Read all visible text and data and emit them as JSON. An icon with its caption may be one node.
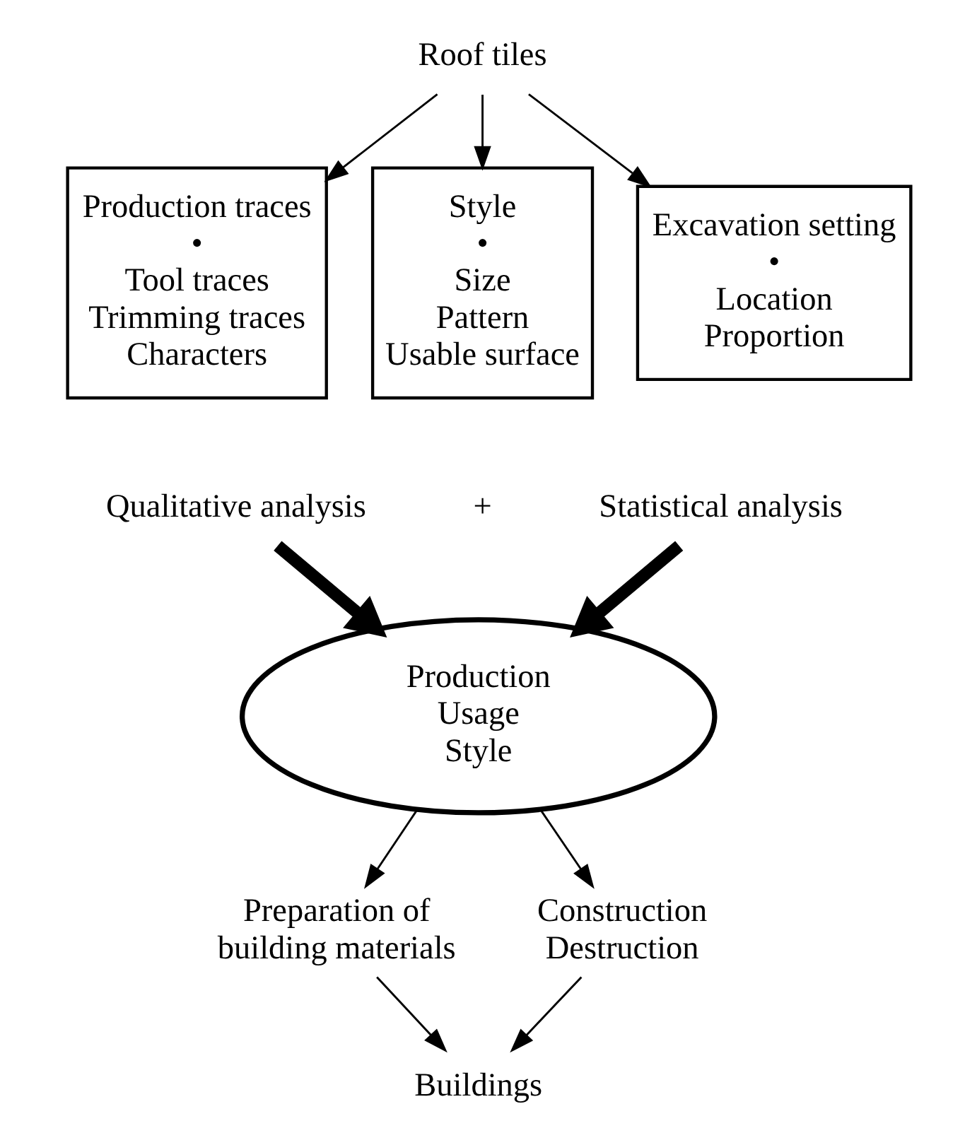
{
  "diagram": {
    "nodes": [
      {
        "text": [
          "Roof tiles"
        ]
      },
      {
        "text": [
          "Production traces",
          "•",
          "Tool traces",
          "Trimming traces",
          "Characters"
        ]
      },
      {
        "text": [
          "Style",
          "•",
          "Size",
          "Pattern",
          "Usable surface"
        ]
      },
      {
        "text": [
          "Excavation setting",
          "•",
          "Location",
          "Proportion"
        ]
      },
      {
        "text": [
          "Qualitative analysis"
        ]
      },
      {
        "text": [
          "Statistical analysis"
        ]
      },
      {
        "text": [
          "Production",
          "Usage",
          "Style"
        ]
      },
      {
        "text": [
          "Preparation of building materials"
        ]
      },
      {
        "text": [
          "Construction",
          "Destruction"
        ]
      },
      {
        "text": [
          "Buildings"
        ]
      }
    ],
    "edges": [
      {
        "from": 0,
        "to": 1,
        "arrow": "to"
      },
      {
        "from": 0,
        "to": 2,
        "arrow": "to"
      },
      {
        "from": 0,
        "to": 3,
        "arrow": "to"
      },
      {
        "from": 4,
        "to": 6,
        "arrow": "to",
        "style": "thick"
      },
      {
        "from": 5,
        "to": 6,
        "arrow": "to",
        "style": "thick"
      },
      {
        "from": 6,
        "to": 7,
        "arrow": "to"
      },
      {
        "from": 6,
        "to": 8,
        "arrow": "to"
      },
      {
        "from": 7,
        "to": 9,
        "arrow": "to"
      },
      {
        "from": 8,
        "to": 9,
        "arrow": "to"
      }
    ],
    "labels": [
      "+"
    ]
  }
}
